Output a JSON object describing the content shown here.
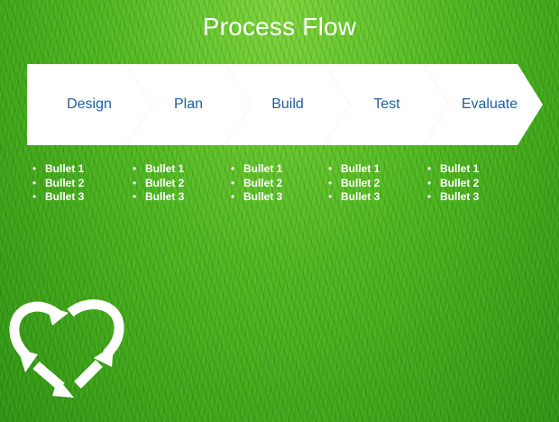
{
  "title": "Process Flow",
  "steps": [
    {
      "label": "Design",
      "bullets": [
        "Bullet 1",
        "Bullet 2",
        "Bullet 3"
      ]
    },
    {
      "label": "Plan",
      "bullets": [
        "Bullet 1",
        "Bullet 2",
        "Bullet 3"
      ]
    },
    {
      "label": "Build",
      "bullets": [
        "Bullet 1",
        "Bullet 2",
        "Bullet 3"
      ]
    },
    {
      "label": "Test",
      "bullets": [
        "Bullet 1",
        "Bullet 2",
        "Bullet 3"
      ]
    },
    {
      "label": "Evaluate",
      "bullets": [
        "Bullet 1",
        "Bullet 2",
        "Bullet 3"
      ]
    }
  ],
  "colors": {
    "chevron_fill": "#ffffff",
    "chevron_text": "#1f5fa0",
    "background": "#4fb820"
  },
  "icons": {
    "corner": "recycle-heart-icon"
  }
}
